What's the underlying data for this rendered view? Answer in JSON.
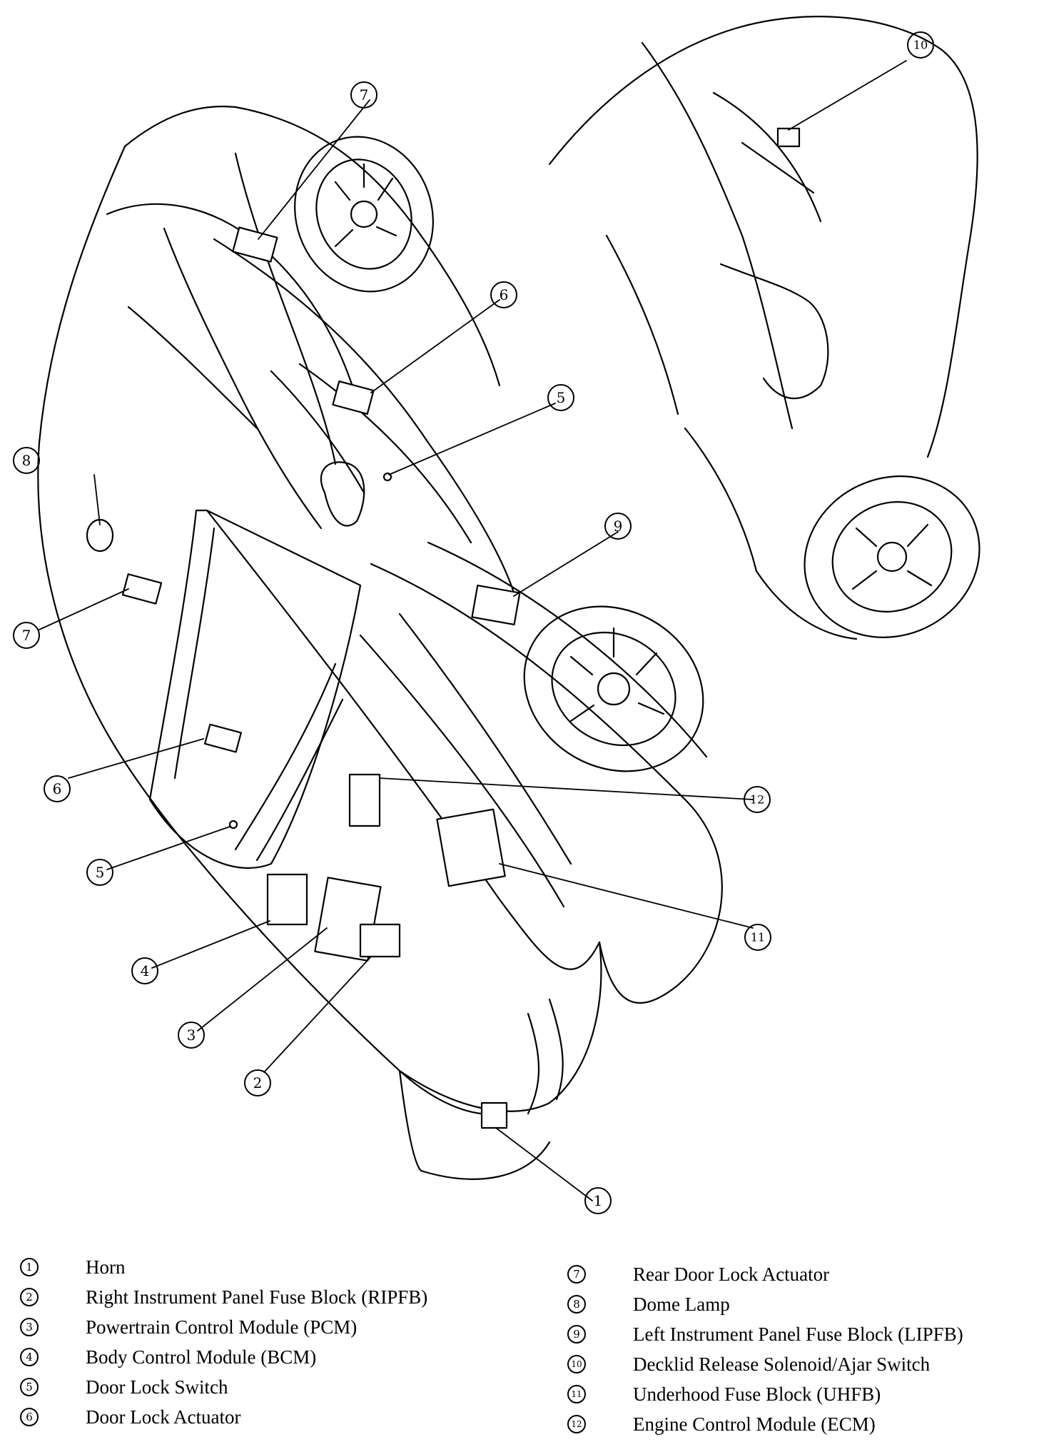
{
  "callouts": [
    "1",
    "2",
    "3",
    "4",
    "5",
    "6",
    "7",
    "8",
    "9",
    "10",
    "11",
    "12"
  ],
  "legend": {
    "left": [
      {
        "num": "1",
        "label": "Horn"
      },
      {
        "num": "2",
        "label": "Right Instrument Panel Fuse Block (RIPFB)"
      },
      {
        "num": "3",
        "label": "Powertrain Control Module (PCM)"
      },
      {
        "num": "4",
        "label": "Body Control Module (BCM)"
      },
      {
        "num": "5",
        "label": "Door Lock Switch"
      },
      {
        "num": "6",
        "label": "Door Lock Actuator"
      }
    ],
    "right": [
      {
        "num": "7",
        "label": "Rear Door Lock Actuator"
      },
      {
        "num": "8",
        "label": "Dome Lamp"
      },
      {
        "num": "9",
        "label": "Left Instrument Panel Fuse Block (LIPFB)"
      },
      {
        "num": "10",
        "label": "Decklid Release Solenoid/Ajar Switch"
      },
      {
        "num": "11",
        "label": "Underhood Fuse Block (UHFB)"
      },
      {
        "num": "12",
        "label": "Engine Control Module (ECM)"
      }
    ]
  }
}
